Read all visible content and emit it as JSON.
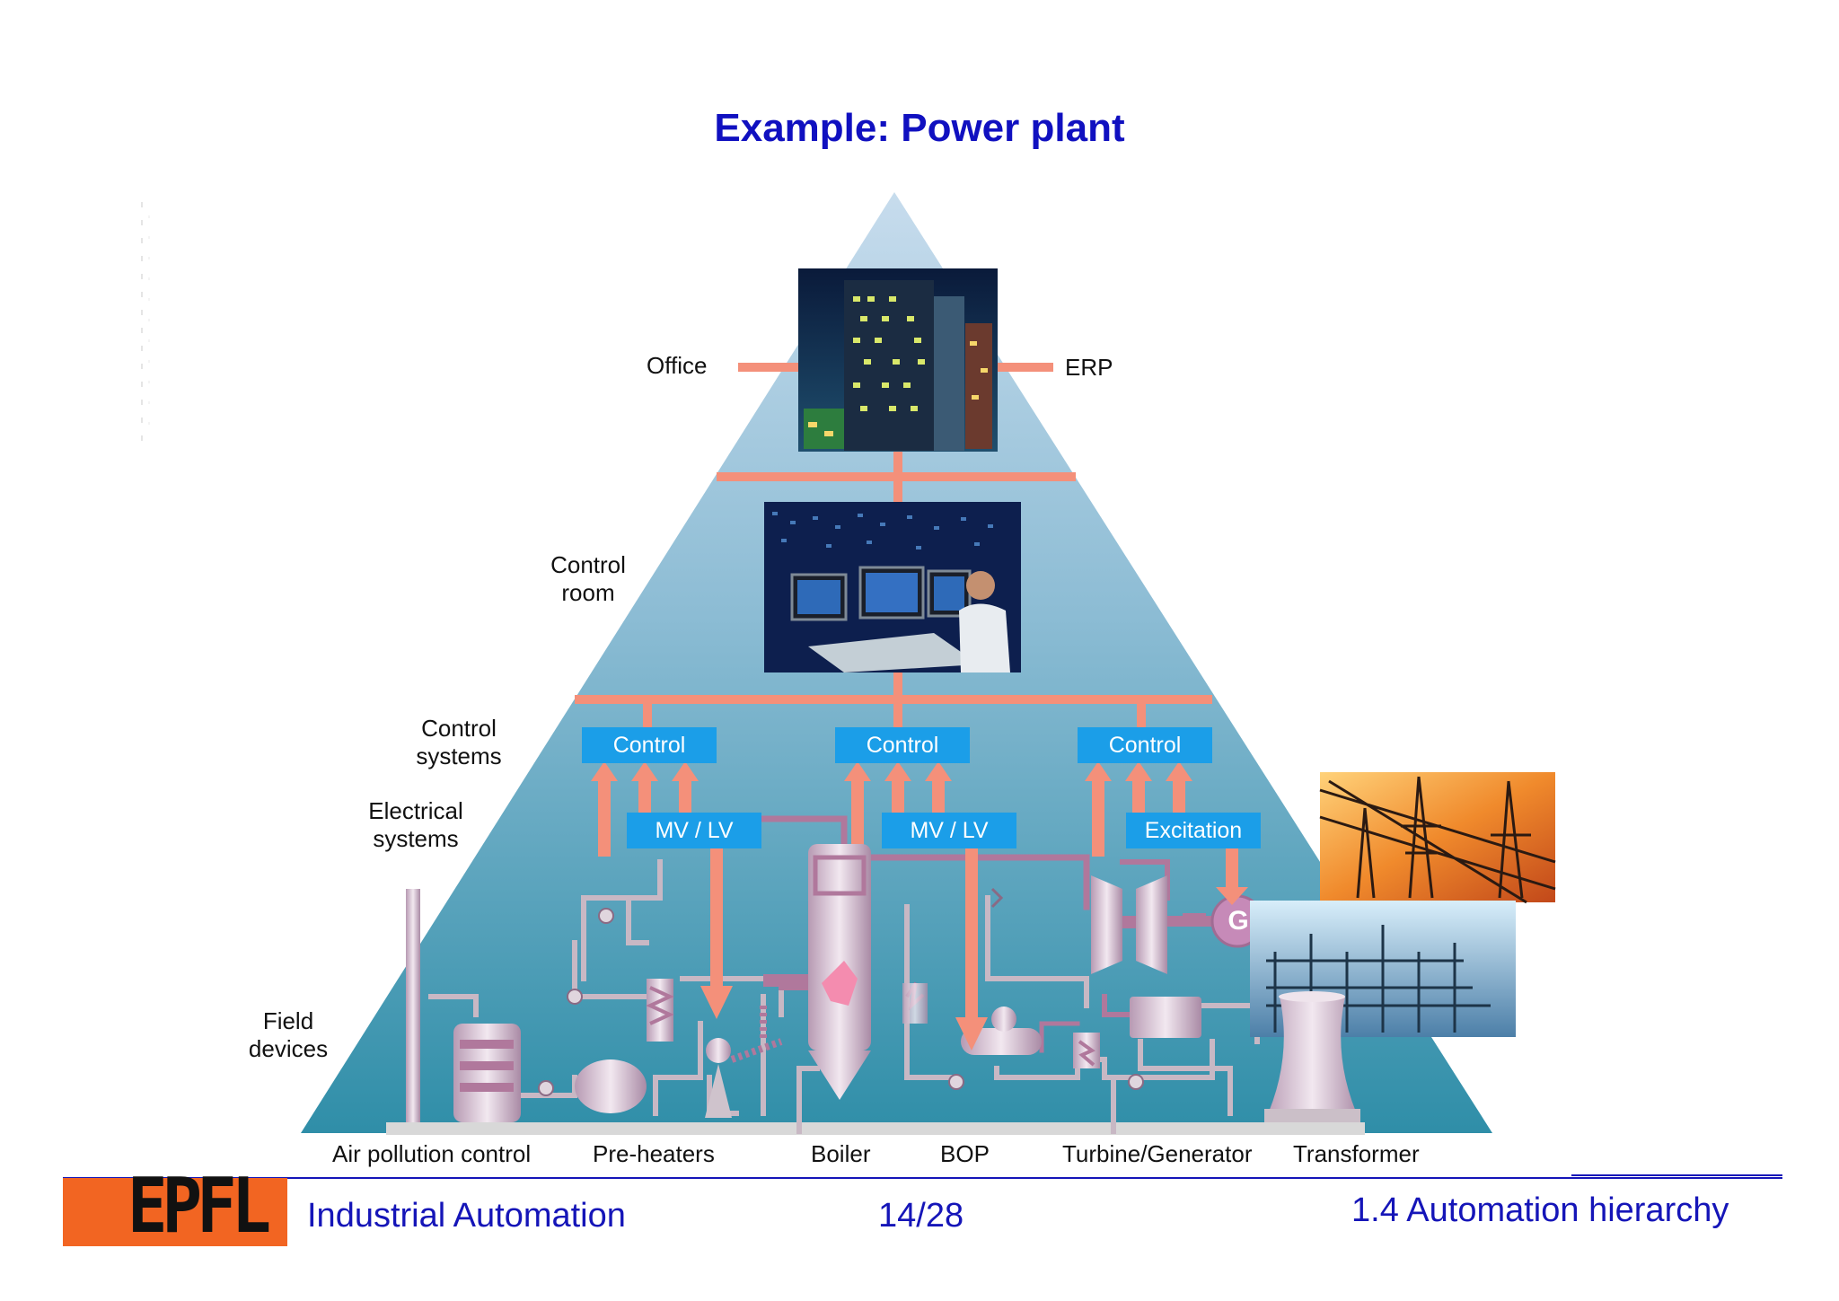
{
  "title": "Example: Power plant",
  "levels": {
    "office": "Office",
    "erp": "ERP",
    "control_room": "Control room",
    "control_systems": "Control systems",
    "electrical_systems": "Electrical systems",
    "field_devices": "Field devices"
  },
  "blocks": {
    "control_1": "Control",
    "control_2": "Control",
    "control_3": "Control",
    "mvlv_1": "MV / LV",
    "mvlv_2": "MV / LV",
    "excitation": "Excitation",
    "generator": "G"
  },
  "bottom_labels": [
    "Air pollution control",
    "Pre-heaters",
    "Boiler",
    "BOP",
    "Turbine/Generator",
    "Transformer"
  ],
  "footer": {
    "logo": "EPFL",
    "course": "Industrial Automation",
    "page": "14/28",
    "section": "1.4 Automation hierarchy"
  },
  "colors": {
    "title": "#1010c0",
    "block": "#1b9ee8",
    "connector": "#f4907a",
    "pipe": "#b0789c",
    "logo": "#f26522"
  }
}
